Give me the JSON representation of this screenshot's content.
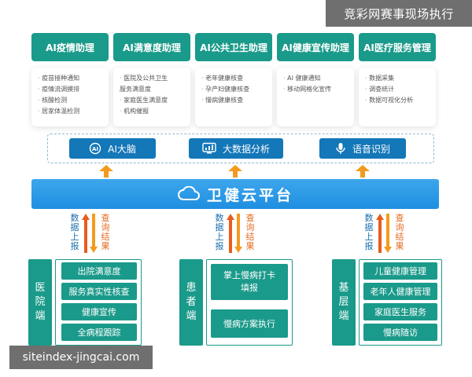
{
  "watermarks": {
    "top": "竞彩网赛事现场执行",
    "bottom": "siteindex-jingcai.com"
  },
  "assistants": [
    {
      "title": "AI疫情助理",
      "items": [
        {
          "text": "疫苗接种通知",
          "bullet": true
        },
        {
          "text": "疫情流调摸排",
          "bullet": true
        },
        {
          "text": "核酸检测",
          "bullet": true
        },
        {
          "text": "居家体温检测",
          "bullet": true
        }
      ]
    },
    {
      "title": "AI满意度助理",
      "items": [
        {
          "text": "医院及公共卫生",
          "bullet": true
        },
        {
          "text": "服务满意度",
          "bullet": false
        },
        {
          "text": "家庭医生满意度",
          "bullet": true
        },
        {
          "text": "机构催报",
          "bullet": true
        }
      ]
    },
    {
      "title": "AI公共卫生助理",
      "items": [
        {
          "text": "老年健康核查",
          "bullet": true
        },
        {
          "text": "孕产妇健康核查",
          "bullet": true
        },
        {
          "text": "慢病健康核查",
          "bullet": true
        }
      ]
    },
    {
      "title": "AI健康宣传助理",
      "items": [
        {
          "text": "AI 健康通知",
          "bullet": true
        },
        {
          "text": "移动网格化宣传",
          "bullet": true
        }
      ]
    },
    {
      "title": "AI医疗服务管理",
      "items": [
        {
          "text": "数据采集",
          "bullet": true
        },
        {
          "text": "调查统计",
          "bullet": true
        },
        {
          "text": "数据可视化分析",
          "bullet": true
        }
      ]
    }
  ],
  "ai_capabilities": [
    {
      "label": "AI大脑",
      "icon": "ai-brain-icon"
    },
    {
      "label": "大数据分析",
      "icon": "data-monitor-icon"
    },
    {
      "label": "语音识别",
      "icon": "microphone-icon"
    }
  ],
  "platform": {
    "label": "卫健云平台",
    "icon": "cloud-icon"
  },
  "flow": {
    "up_label": "数据上报",
    "down_label": "查询结果"
  },
  "endpoints": [
    {
      "tag": "医院端",
      "functions": [
        "出院满意度",
        "服务真实性核查",
        "健康宣传",
        "全病程跟踪"
      ]
    },
    {
      "tag": "患者端",
      "functions": [
        "掌上慢病打卡填报",
        "慢病方案执行"
      ]
    },
    {
      "tag": "基层端",
      "functions": [
        "儿童健康管理",
        "老年人健康管理",
        "家庭医生服务",
        "慢病随访"
      ]
    }
  ],
  "colors": {
    "teal": "#1a9a8a",
    "blue": "#1377b8",
    "platform": "#1f8ee0",
    "orange": "#f39a1e"
  }
}
